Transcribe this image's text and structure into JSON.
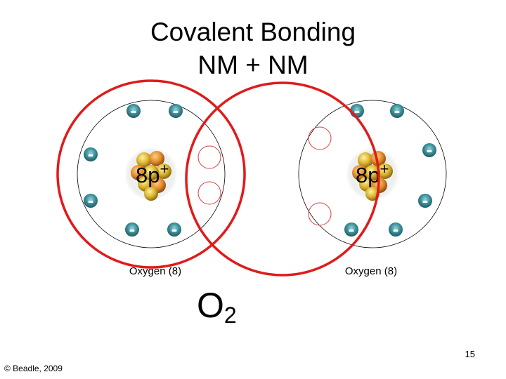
{
  "title": {
    "line1": "Covalent Bonding",
    "line2": "NM + NM"
  },
  "atoms": [
    {
      "nucleus_label": "8p",
      "charge": "+",
      "caption": "Oxygen (8)"
    },
    {
      "nucleus_label": "8p",
      "charge": "+",
      "caption": "Oxygen (8)"
    }
  ],
  "electron_symbol": "-",
  "formula": {
    "base": "O",
    "subscript": "2"
  },
  "slide_number": "15",
  "copyright": "© Beadle, 2009",
  "colors": {
    "electron_teal": "#3d8f99",
    "bond_red": "#e01b1b",
    "orbital_red": "#d64040",
    "nucleus_gold": "#c8a020"
  }
}
